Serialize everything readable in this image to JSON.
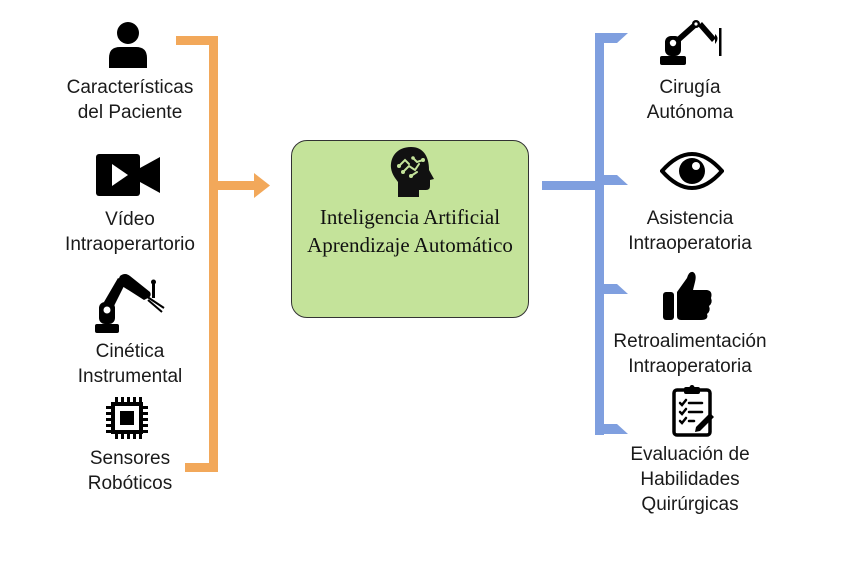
{
  "inputs": [
    {
      "label_line1": "Características",
      "label_line2": "del Paciente",
      "icon": "person-icon"
    },
    {
      "label_line1": "Vídeo",
      "label_line2": "Intraoperartorio",
      "icon": "video-camera-icon"
    },
    {
      "label_line1": "Cinética",
      "label_line2": "Instrumental",
      "icon": "robotic-arm-icon"
    },
    {
      "label_line1": "Sensores",
      "label_line2": "Robóticos",
      "icon": "chip-icon"
    }
  ],
  "center": {
    "line1": "Inteligencia Artificial",
    "line2": "Aprendizaje Automático",
    "icon": "ai-head-icon"
  },
  "outputs": [
    {
      "label_line1": "Cirugía",
      "label_line2": "Autónoma",
      "icon": "surgical-robot-icon"
    },
    {
      "label_line1": "Asistencia",
      "label_line2": "Intraoperatoria",
      "icon": "eye-icon"
    },
    {
      "label_line1": "Retroalimentación",
      "label_line2": "Intraoperatoria",
      "icon": "thumbs-up-icon"
    },
    {
      "label_line1": "Evaluación de",
      "label_line2": "Habilidades",
      "label_line3": "Quirúrgicas",
      "icon": "clipboard-checklist-icon"
    }
  ],
  "colors": {
    "input_bracket": "#f2a85a",
    "output_bracket": "#7f9fdf",
    "center_fill": "#c4e39a"
  }
}
